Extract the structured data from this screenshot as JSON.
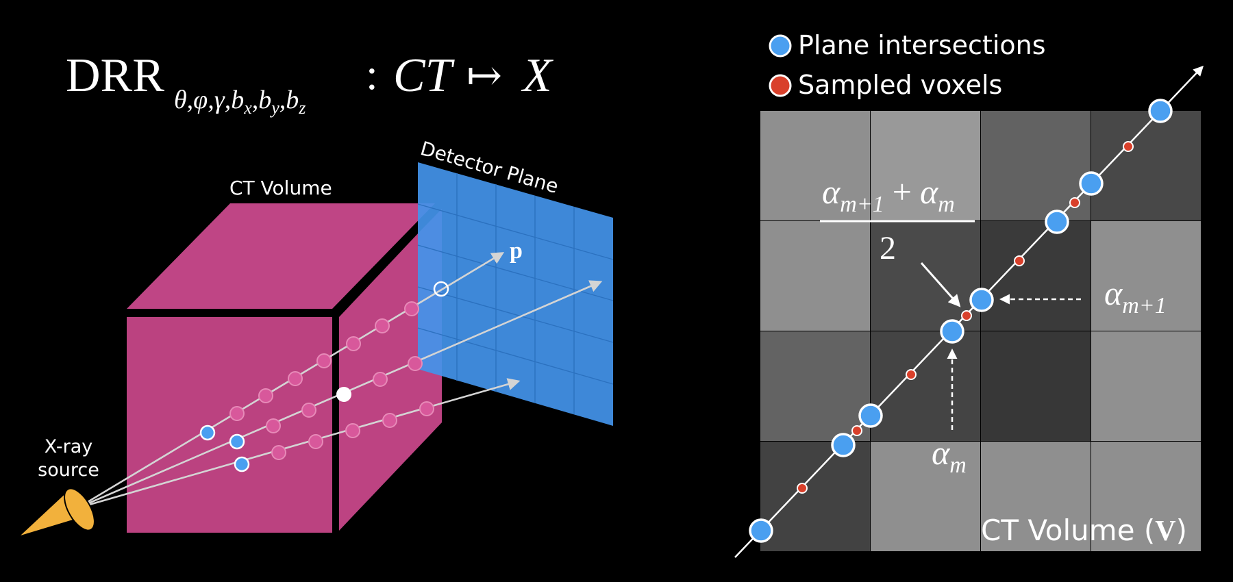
{
  "equation": {
    "name": "DRR",
    "subscript": [
      "θ",
      "φ",
      "γ",
      "b",
      "b",
      "b"
    ],
    "subscript_indices": [
      "x",
      "y",
      "z"
    ],
    "colon": ":",
    "domain": "CT",
    "maps_to": "↦",
    "codomain": "X"
  },
  "left_diagram": {
    "ct_volume_label": "CT Volume",
    "detector_label": "Detector Plane",
    "source_label_line1": "X-ray",
    "source_label_line2": "source",
    "pixel_label": "p"
  },
  "legend": {
    "items": [
      {
        "label": "Plane intersections",
        "color": "#4a9ff0"
      },
      {
        "label": "Sampled voxels",
        "color": "#d9402b"
      }
    ]
  },
  "right_diagram": {
    "volume_label": "CT Volume (",
    "volume_symbol": "V",
    "volume_label_close": ")",
    "frac_numerator_a": "α",
    "frac_numerator_a_sub": "m+1",
    "frac_plus": "+",
    "frac_numerator_b": "α",
    "frac_numerator_b_sub": "m",
    "frac_denominator": "2",
    "alpha_next": "α",
    "alpha_next_sub": "m+1",
    "alpha_curr": "α",
    "alpha_curr_sub": "m"
  },
  "colors": {
    "background": "#000000",
    "ct_volume": "#bb4280",
    "ct_volume_top": "#bf4585",
    "detector": "#4394ea",
    "source": "#f2b13c",
    "intersection": "#4a9ff0",
    "voxel_sample": "#d9402b",
    "sample_pink": "#d8589b"
  }
}
